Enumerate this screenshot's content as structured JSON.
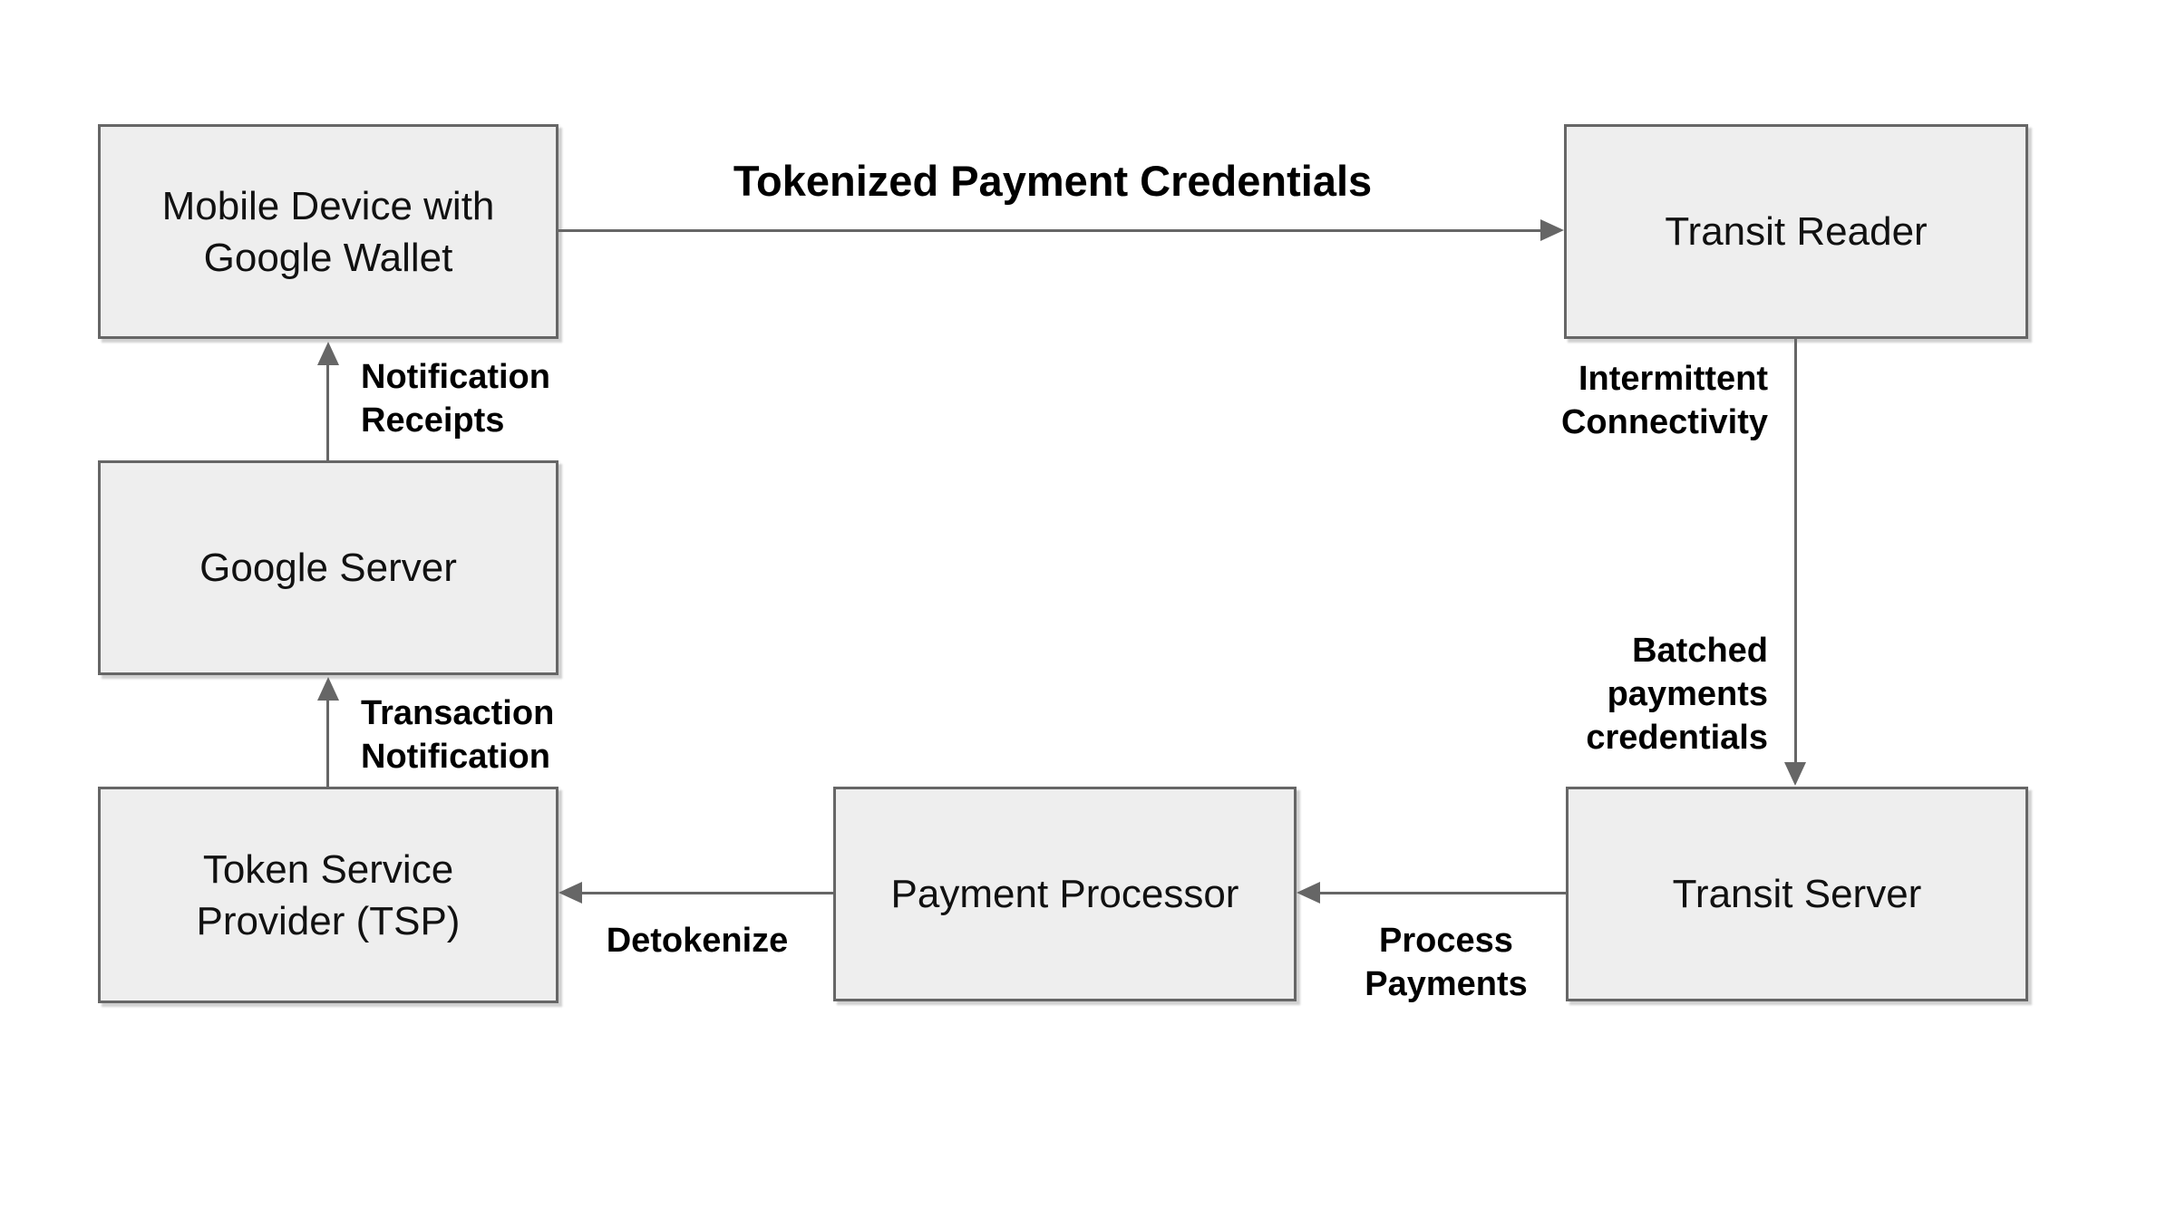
{
  "theme": {
    "background": "#ffffff",
    "node_fill": "#eeeeee",
    "node_border": "#666666",
    "arrow_color": "#666666",
    "text_color": "#111111"
  },
  "nodes": {
    "mobile_device": {
      "lines": [
        "Mobile Device with",
        "Google Wallet"
      ]
    },
    "transit_reader": {
      "lines": [
        "Transit Reader"
      ]
    },
    "google_server": {
      "lines": [
        "Google Server"
      ]
    },
    "tsp": {
      "lines": [
        "Token Service",
        "Provider (TSP)"
      ]
    },
    "payment_processor": {
      "lines": [
        "Payment Processor"
      ]
    },
    "transit_server": {
      "lines": [
        "Transit Server"
      ]
    }
  },
  "edges": {
    "tokenized_payment_credentials": {
      "from": "mobile_device",
      "to": "transit_reader",
      "label": "Tokenized Payment Credentials"
    },
    "notification_receipts": {
      "from": "google_server",
      "to": "mobile_device",
      "lines": [
        "Notification",
        "Receipts"
      ]
    },
    "transaction_notification": {
      "from": "tsp",
      "to": "google_server",
      "lines": [
        "Transaction",
        "Notification"
      ]
    },
    "intermittent_connectivity": {
      "from": "transit_reader",
      "to": "transit_server",
      "lines": [
        "Intermittent",
        "Connectivity"
      ]
    },
    "batched_payments_credentials": {
      "from": "transit_reader",
      "to": "transit_server",
      "lines": [
        "Batched",
        "payments",
        "credentials"
      ]
    },
    "process_payments": {
      "from": "transit_server",
      "to": "payment_processor",
      "lines": [
        "Process",
        "Payments"
      ]
    },
    "detokenize": {
      "from": "payment_processor",
      "to": "tsp",
      "lines": [
        "Detokenize"
      ]
    }
  }
}
